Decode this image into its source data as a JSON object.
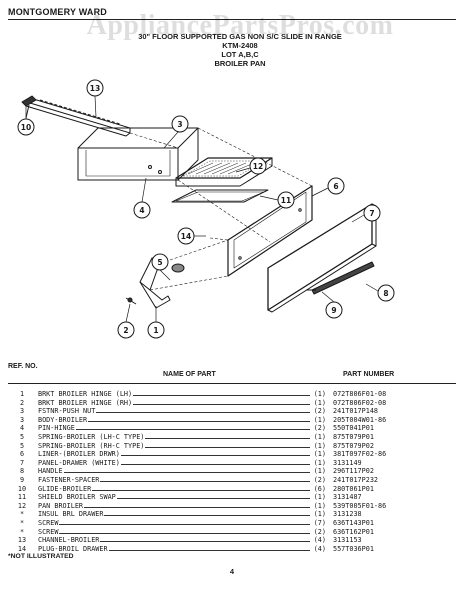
{
  "header": {
    "brand": "MONTGOMERY WARD",
    "watermark": "AppliancePartsPros.com",
    "title_line1": "30\" FLOOR SUPPORTED GAS NON S/C SLIDE IN RANGE",
    "title_line2": "KTM-2408",
    "title_line3": "LOT A,B,C",
    "title_line4": "BROILER PAN"
  },
  "diagram": {
    "callouts": [
      "13",
      "10",
      "3",
      "12",
      "4",
      "11",
      "6",
      "14",
      "7",
      "5",
      "8",
      "9",
      "2",
      "1"
    ]
  },
  "table": {
    "ref_header": "REF. NO.",
    "name_header": "NAME OF PART",
    "pn_header": "PART NUMBER",
    "rows": [
      {
        "ref": "1",
        "name": "BRKT BROILER HINGE (LH)",
        "qty": "(1)",
        "pn": "072T806F01-08"
      },
      {
        "ref": "2",
        "name": "BRKT BROILER HINGE (RH)",
        "qty": "(1)",
        "pn": "072T806F02-08"
      },
      {
        "ref": "3",
        "name": "FSTNR-PUSH NUT",
        "qty": "(2)",
        "pn": "241T017P148"
      },
      {
        "ref": "3",
        "name": "BODY-BROILER",
        "qty": "(1)",
        "pn": "205T004W01-86"
      },
      {
        "ref": "4",
        "name": "PIN-HINGE",
        "qty": "(2)",
        "pn": "550T041P01"
      },
      {
        "ref": "5",
        "name": "SPRING-BROILER (LH-C TYPE)",
        "qty": "(1)",
        "pn": "875T079P01"
      },
      {
        "ref": "5",
        "name": "SPRING-BROILER (RH-C TYPE)",
        "qty": "(1)",
        "pn": "875T079P02"
      },
      {
        "ref": "6",
        "name": "LINER-(BROILER DRWR)",
        "qty": "(1)",
        "pn": "381T097F02-86"
      },
      {
        "ref": "7",
        "name": "PANEL-DRAWER (WHITE)",
        "qty": "(1)",
        "pn": "3131149"
      },
      {
        "ref": "8",
        "name": "HANDLE",
        "qty": "(1)",
        "pn": "296T117P02"
      },
      {
        "ref": "9",
        "name": "FASTENER-SPACER",
        "qty": "(2)",
        "pn": "241T017P232"
      },
      {
        "ref": "10",
        "name": "GLIDE-BROILER",
        "qty": "(6)",
        "pn": "280T061P01"
      },
      {
        "ref": "11",
        "name": "SHIELD BROILER SWAP",
        "qty": "(1)",
        "pn": "3131487"
      },
      {
        "ref": "12",
        "name": "PAN BROILER",
        "qty": "(1)",
        "pn": "539T005F01-86"
      },
      {
        "ref": "*",
        "name": "INSUL BRL DRAWER",
        "qty": "(1)",
        "pn": "3131238"
      },
      {
        "ref": "*",
        "name": "SCREW",
        "qty": "(7)",
        "pn": "636T143P01"
      },
      {
        "ref": "*",
        "name": "SCREW",
        "qty": "(2)",
        "pn": "636T162P01"
      },
      {
        "ref": "13",
        "name": "CHANNEL-BROILER",
        "qty": "(4)",
        "pn": "3131153"
      },
      {
        "ref": "14",
        "name": "PLUG-BROIL DRAWER",
        "qty": "(4)",
        "pn": "557T036P01"
      }
    ]
  },
  "footnote": "*NOT ILLUSTRATED",
  "page_number": "4"
}
